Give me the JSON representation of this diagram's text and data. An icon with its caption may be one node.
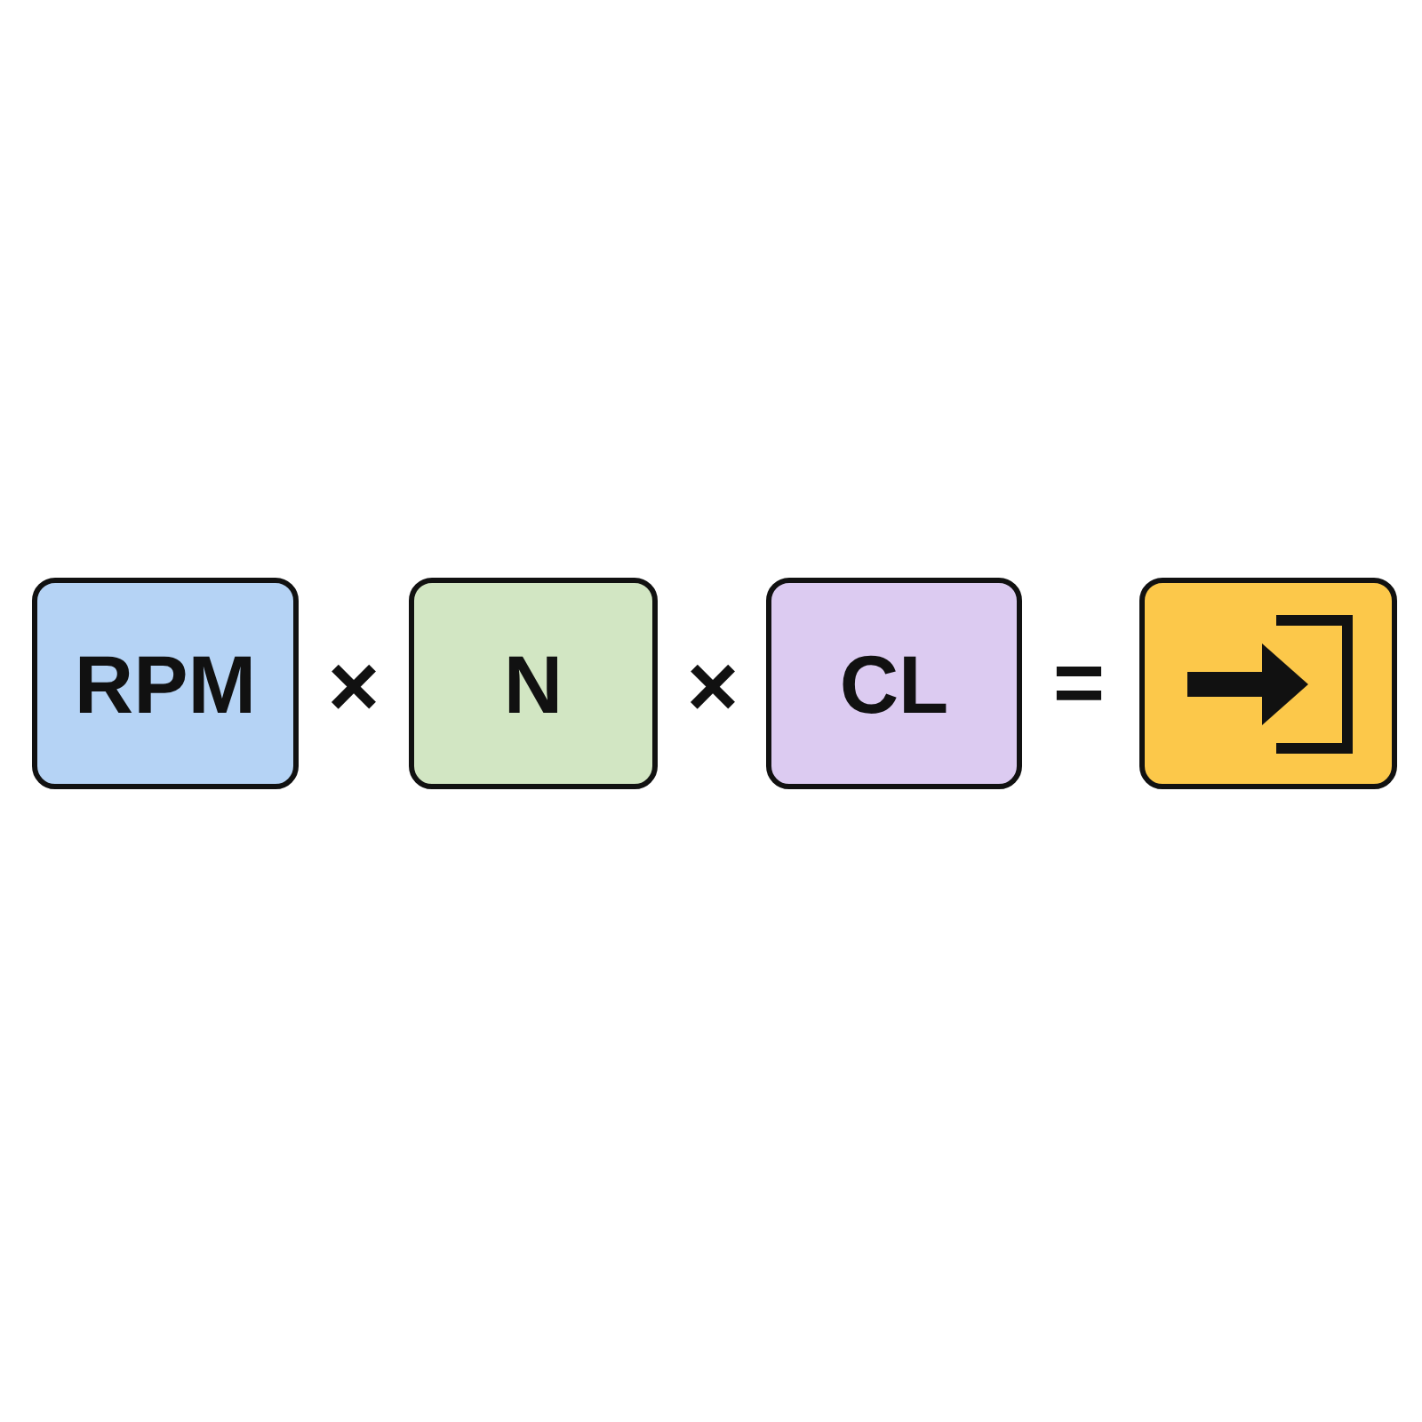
{
  "diagram": {
    "nodes": [
      {
        "text": [
          "RPM"
        ]
      },
      {
        "text": [
          "N"
        ]
      },
      {
        "text": [
          "CL"
        ]
      },
      {
        "text": [],
        "shape": "box"
      }
    ],
    "edges": [],
    "labels": [
      "×",
      "×",
      "="
    ]
  }
}
